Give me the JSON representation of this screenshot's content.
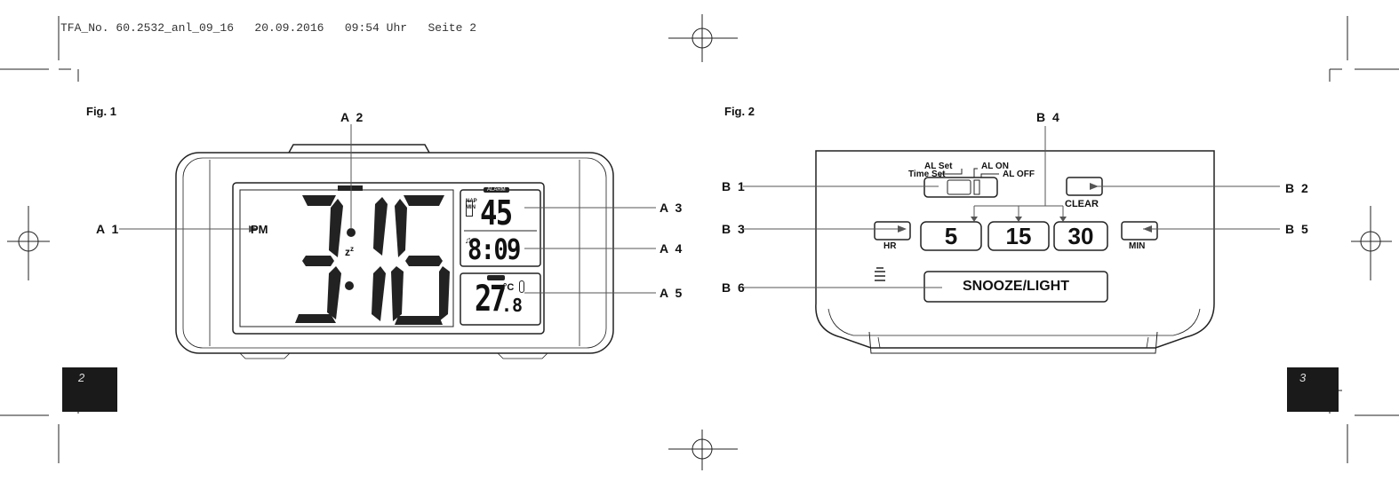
{
  "header": {
    "slug": "TFA_No. 60.2532_anl_09_16   20.09.2016   09:54 Uhr   Seite 2"
  },
  "figure1": {
    "title": "Fig. 1",
    "labels": {
      "a1": "A 1",
      "a2": "A 2",
      "a3": "A 3",
      "a4": "A 4",
      "a5": "A 5"
    },
    "display": {
      "pm": "PM",
      "time_hours": "3",
      "time_minutes": "16",
      "alarm_tab": "ALARM",
      "nap_text": "NAP",
      "min_text": "MIN",
      "countdown": "45",
      "alarm_time": "8:09",
      "temp_main": "27",
      "temp_decimal": ".8",
      "temp_unit": "°C",
      "snooze_z": "z",
      "snooze_sup": "z"
    }
  },
  "figure2": {
    "title": "Fig. 2",
    "labels": {
      "b1": "B 1",
      "b2": "B 2",
      "b3": "B 3",
      "b4": "B 4",
      "b5": "B 5",
      "b6": "B 6"
    },
    "switch": {
      "al_set": "AL Set",
      "time_set": "Time Set",
      "al_on": "AL ON",
      "al_off": "AL OFF"
    },
    "buttons": {
      "clear": "CLEAR",
      "hr": "HR",
      "min": "MIN",
      "nap5": "5",
      "nap15": "15",
      "nap30": "30",
      "snooze_light": "SNOOZE/LIGHT"
    }
  },
  "pages": {
    "left": "2",
    "right": "3"
  }
}
